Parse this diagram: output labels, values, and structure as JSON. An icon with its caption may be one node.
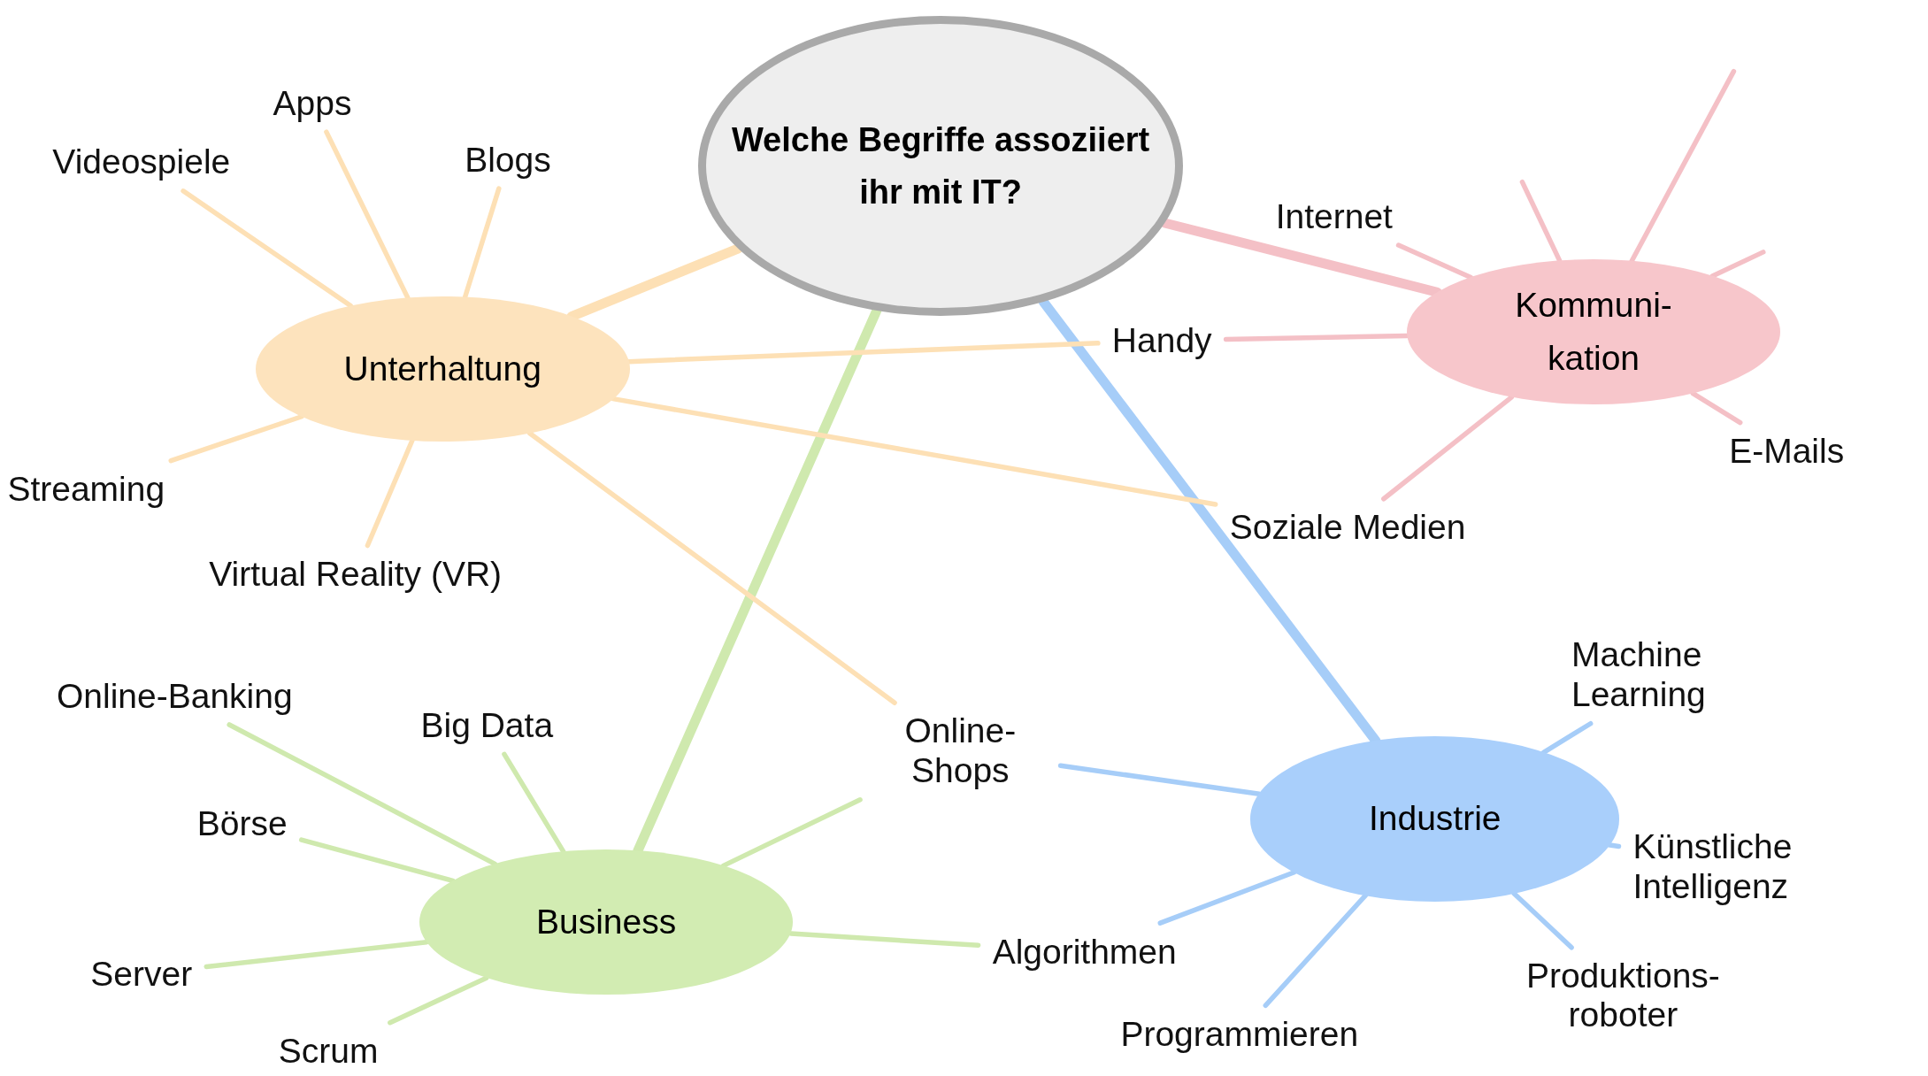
{
  "diagram": {
    "nodes": [
      {
        "text": [
          "Welche Begriffe assoziiert ihr mit IT?"
        ]
      },
      {
        "text": [
          "Unterhaltung"
        ]
      },
      {
        "text": [
          "Kommuni- kation"
        ]
      },
      {
        "text": [
          "Business"
        ]
      },
      {
        "text": [
          "Industrie"
        ]
      },
      {
        "text": [
          "Videospiele"
        ]
      },
      {
        "text": [
          "Apps"
        ]
      },
      {
        "text": [
          "Blogs"
        ]
      },
      {
        "text": [
          "Streaming"
        ]
      },
      {
        "text": [
          "Virtual Reality (VR)"
        ]
      },
      {
        "text": [
          "Handy"
        ]
      },
      {
        "text": [
          "Soziale Medien"
        ]
      },
      {
        "text": [
          "Internet"
        ]
      },
      {
        "text": [
          "E-Mails"
        ]
      },
      {
        "text": [
          "Online-Banking"
        ]
      },
      {
        "text": [
          "Big Data"
        ]
      },
      {
        "text": [
          "Börse"
        ]
      },
      {
        "text": [
          "Server"
        ]
      },
      {
        "text": [
          "Scrum"
        ]
      },
      {
        "text": [
          "Online- Shops"
        ]
      },
      {
        "text": [
          "Algorithmen"
        ]
      },
      {
        "text": [
          "Machine Learning"
        ]
      },
      {
        "text": [
          "Künstliche Intelligenz"
        ]
      },
      {
        "text": [
          "Produktions- roboter"
        ]
      },
      {
        "text": [
          "Programmieren"
        ]
      }
    ],
    "edges": [
      {
        "from": 0,
        "to": 1,
        "arrow": "none",
        "style": "thick",
        "color": "#fde0b5"
      },
      {
        "from": 0,
        "to": 2,
        "arrow": "none",
        "style": "thick",
        "color": "#f4c0c6"
      },
      {
        "from": 0,
        "to": 3,
        "arrow": "none",
        "style": "thick",
        "color": "#cfe9ae"
      },
      {
        "from": 0,
        "to": 4,
        "arrow": "none",
        "style": "thick",
        "color": "#a6cdf8"
      },
      {
        "from": 1,
        "to": 5,
        "arrow": "none",
        "color": "#fde0b5"
      },
      {
        "from": 1,
        "to": 6,
        "arrow": "none",
        "color": "#fde0b5"
      },
      {
        "from": 1,
        "to": 7,
        "arrow": "none",
        "color": "#fde0b5"
      },
      {
        "from": 1,
        "to": 8,
        "arrow": "none",
        "color": "#fde0b5"
      },
      {
        "from": 1,
        "to": 9,
        "arrow": "none",
        "color": "#fde0b5"
      },
      {
        "from": 1,
        "to": 10,
        "arrow": "none",
        "color": "#fde0b5"
      },
      {
        "from": 1,
        "to": 11,
        "arrow": "none",
        "color": "#fde0b5"
      },
      {
        "from": 1,
        "to": 19,
        "arrow": "none",
        "color": "#fde0b5"
      },
      {
        "from": 2,
        "to": 12,
        "arrow": "none",
        "color": "#f4c0c6"
      },
      {
        "from": 2,
        "to": null,
        "arrow": "none",
        "color": "#f4c0c6"
      },
      {
        "from": 2,
        "to": null,
        "arrow": "none",
        "color": "#f4c0c6"
      },
      {
        "from": 2,
        "to": null,
        "arrow": "none",
        "color": "#f4c0c6"
      },
      {
        "from": 2,
        "to": 13,
        "arrow": "none",
        "color": "#f4c0c6"
      },
      {
        "from": 2,
        "to": 10,
        "arrow": "none",
        "color": "#f4c0c6"
      },
      {
        "from": 2,
        "to": 11,
        "arrow": "none",
        "color": "#f4c0c6"
      },
      {
        "from": 3,
        "to": 14,
        "arrow": "none",
        "color": "#cfe9ae"
      },
      {
        "from": 3,
        "to": 15,
        "arrow": "none",
        "color": "#cfe9ae"
      },
      {
        "from": 3,
        "to": 16,
        "arrow": "none",
        "color": "#cfe9ae"
      },
      {
        "from": 3,
        "to": 17,
        "arrow": "none",
        "color": "#cfe9ae"
      },
      {
        "from": 3,
        "to": 18,
        "arrow": "none",
        "color": "#cfe9ae"
      },
      {
        "from": 3,
        "to": 19,
        "arrow": "none",
        "color": "#cfe9ae"
      },
      {
        "from": 3,
        "to": 20,
        "arrow": "none",
        "color": "#cfe9ae"
      },
      {
        "from": 4,
        "to": 21,
        "arrow": "none",
        "color": "#a6cdf8"
      },
      {
        "from": 4,
        "to": 22,
        "arrow": "none",
        "color": "#a6cdf8"
      },
      {
        "from": 4,
        "to": 23,
        "arrow": "none",
        "color": "#a6cdf8"
      },
      {
        "from": 4,
        "to": 24,
        "arrow": "none",
        "color": "#a6cdf8"
      },
      {
        "from": 4,
        "to": 20,
        "arrow": "none",
        "color": "#a6cdf8"
      },
      {
        "from": 4,
        "to": 19,
        "arrow": "none",
        "color": "#a6cdf8"
      }
    ]
  }
}
